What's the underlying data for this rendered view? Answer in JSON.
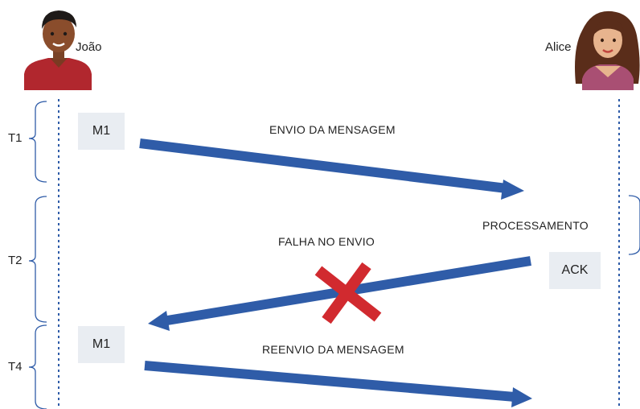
{
  "participants": {
    "left": {
      "name": "João",
      "avatar_icon": "man-avatar-icon"
    },
    "right": {
      "name": "Alice",
      "avatar_icon": "woman-avatar-icon"
    }
  },
  "time_labels": {
    "t1": "T1",
    "t2": "T2",
    "t4": "T4"
  },
  "messages": {
    "m1_first": "M1",
    "m1_resend": "M1",
    "ack": "ACK"
  },
  "captions": {
    "send": "ENVIO DA MENSAGEM",
    "processing": "PROCESSAMENTO",
    "failure": "FALHA NO ENVIO",
    "resend": "REENVIO DA MENSAGEM"
  },
  "colors": {
    "arrow": "#2f5ca8",
    "lifeline": "#2f5ca8",
    "failure_cross": "#d12a2f",
    "message_box": "#e9edf2"
  },
  "icons": {
    "failure": "failure-cross-icon"
  }
}
